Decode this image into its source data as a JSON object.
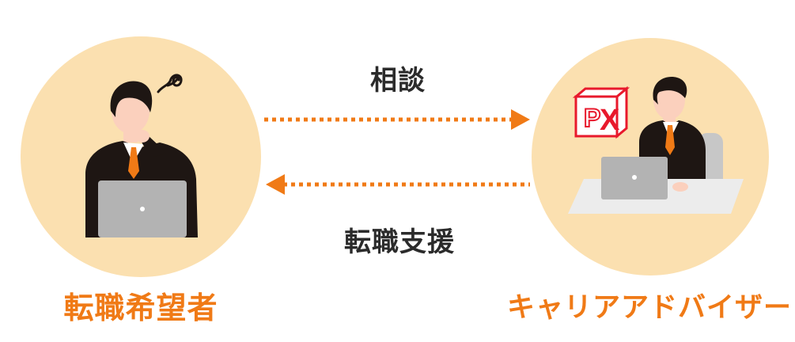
{
  "flow": {
    "top_label": "相談",
    "bottom_label": "転職支援"
  },
  "left_person": {
    "label": "転職希望者"
  },
  "right_person": {
    "label": "キャリアアドバイザー"
  },
  "colors": {
    "accent": "#f07a16",
    "circle": "#fbe0b0",
    "suit": "#1e1613",
    "skin": "#fbd0bd",
    "laptop": "#b3b3b3",
    "desk": "#ececec",
    "chair": "#c7c7c7",
    "px_logo": "#e8192c",
    "text_dark": "#2b2b2b"
  },
  "icons": {
    "confused": "swirl-icon",
    "logo": "px-logo-icon"
  }
}
